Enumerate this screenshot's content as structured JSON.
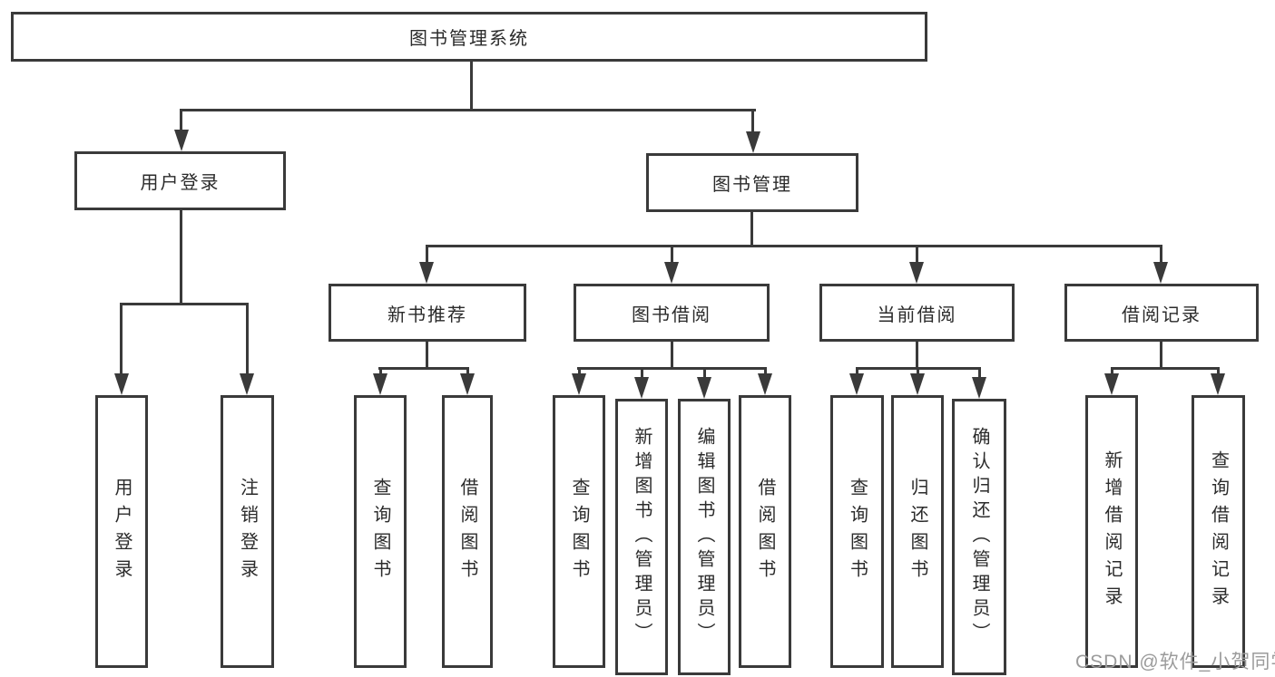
{
  "root": {
    "label": "图书管理系统"
  },
  "level2": {
    "user_login": {
      "label": "用户登录"
    },
    "book_mgmt": {
      "label": "图书管理"
    }
  },
  "level3": {
    "new_books": {
      "label": "新书推荐"
    },
    "book_borrow": {
      "label": "图书借阅"
    },
    "current_borrow": {
      "label": "当前借阅"
    },
    "borrow_records": {
      "label": "借阅记录"
    }
  },
  "leaves": {
    "user_login": [
      "用户登录",
      "注销登录"
    ],
    "new_books": [
      "查询图书",
      "借阅图书"
    ],
    "book_borrow": [
      "查询图书",
      "新增图书（管理员）",
      "编辑图书（管理员）",
      "借阅图书"
    ],
    "current_borrow": [
      "查询图书",
      "归还图书",
      "确认归还（管理员）"
    ],
    "borrow_records": [
      "新增借阅记录",
      "查询借阅记录"
    ]
  },
  "watermark": {
    "text": "CSDN @软件_小贺同学",
    "color": "#9b9b9b"
  },
  "colors": {
    "line": "#3a3a3a",
    "text": "#2b2b2b",
    "background": "#ffffff"
  }
}
